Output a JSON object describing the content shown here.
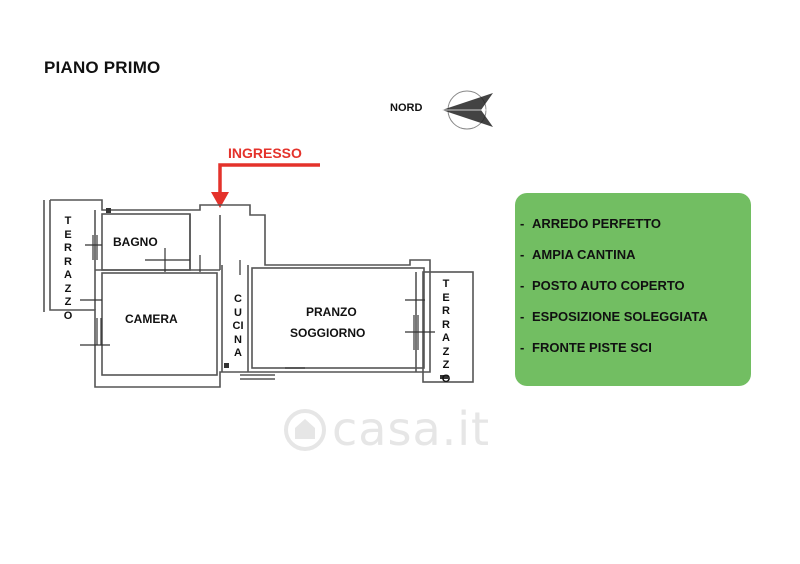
{
  "header": {
    "title": "PIANO PRIMO"
  },
  "compass": {
    "label": "NORD"
  },
  "entrance": {
    "label": "INGRESSO",
    "color": "#e4322b"
  },
  "rooms": {
    "terrazzo_left": "TERRAZZO",
    "bagno": "BAGNO",
    "camera": "CAMERA",
    "cucina": "CUCINA",
    "pranzo": "PRANZO",
    "soggiorno": "SOGGIORNO",
    "terrazzo_right": "TERRAZZO"
  },
  "features": {
    "background": "#72be62",
    "items": [
      "ARREDO PERFETTO",
      "AMPIA CANTINA",
      "POSTO AUTO COPERTO",
      "ESPOSIZIONE SOLEGGIATA",
      "FRONTE PISTE SCI"
    ]
  },
  "watermark": {
    "text": "casa.it"
  }
}
